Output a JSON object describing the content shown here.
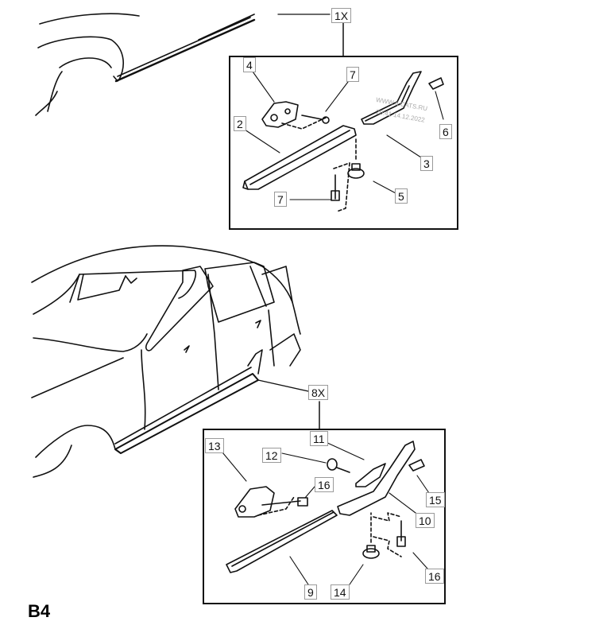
{
  "page_id": "B4",
  "watermark": {
    "line1": "WWW.ILCATS.RU",
    "line2": "20:41 14.12.2022"
  },
  "groups": [
    {
      "name": "front-sill-group",
      "quantity_label": "1X"
    },
    {
      "name": "rear-sill-group",
      "quantity_label": "8X"
    }
  ],
  "callouts": {
    "c1x": "1X",
    "c2": "2",
    "c3": "3",
    "c4": "4",
    "c5": "5",
    "c6": "6",
    "c7a": "7",
    "c7b": "7",
    "c8x": "8X",
    "c9": "9",
    "c10": "10",
    "c11": "11",
    "c12": "12",
    "c13": "13",
    "c14": "14",
    "c15": "15",
    "c16a": "16",
    "c16b": "16"
  }
}
